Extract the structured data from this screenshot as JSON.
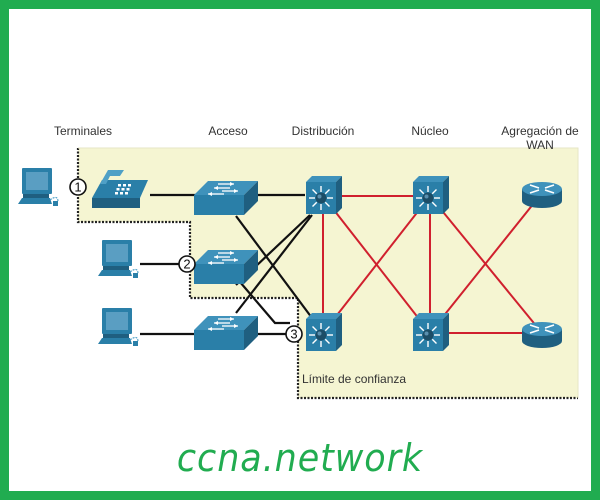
{
  "diagram": {
    "layers": [
      {
        "id": "terminales",
        "label": "Terminales"
      },
      {
        "id": "acceso",
        "label": "Acceso"
      },
      {
        "id": "distribucion",
        "label": "Distribución"
      },
      {
        "id": "nucleo",
        "label": "Núcleo"
      },
      {
        "id": "wan",
        "label_line1": "Agregación de",
        "label_line2": "WAN"
      }
    ],
    "trust_boundary_label": "Límite de confianza",
    "markers": [
      "1",
      "2",
      "3"
    ],
    "devices": [
      {
        "id": "pc1",
        "type": "pc-icon",
        "layer": "terminales"
      },
      {
        "id": "phone",
        "type": "ip-phone-icon",
        "layer": "terminales"
      },
      {
        "id": "pc2",
        "type": "pc-icon",
        "layer": "terminales"
      },
      {
        "id": "pc3",
        "type": "pc-icon",
        "layer": "terminales"
      },
      {
        "id": "sw1",
        "type": "access-switch-icon",
        "layer": "acceso"
      },
      {
        "id": "sw2",
        "type": "access-switch-icon",
        "layer": "acceso"
      },
      {
        "id": "sw3",
        "type": "access-switch-icon",
        "layer": "acceso"
      },
      {
        "id": "dist1",
        "type": "multilayer-switch-icon",
        "layer": "distribucion"
      },
      {
        "id": "dist2",
        "type": "multilayer-switch-icon",
        "layer": "distribucion"
      },
      {
        "id": "core1",
        "type": "multilayer-switch-icon",
        "layer": "nucleo"
      },
      {
        "id": "core2",
        "type": "multilayer-switch-icon",
        "layer": "nucleo"
      },
      {
        "id": "r1",
        "type": "router-icon",
        "layer": "wan"
      },
      {
        "id": "r2",
        "type": "router-icon",
        "layer": "wan"
      }
    ],
    "links": [
      {
        "from": "phone",
        "to": "sw1",
        "color": "black"
      },
      {
        "from": "pc2",
        "to": "sw2",
        "color": "black"
      },
      {
        "from": "pc3",
        "to": "sw3",
        "color": "black"
      },
      {
        "from": "sw1",
        "to": "dist1",
        "color": "black"
      },
      {
        "from": "sw1",
        "to": "dist2",
        "color": "black"
      },
      {
        "from": "sw2",
        "to": "dist1",
        "color": "black"
      },
      {
        "from": "sw2",
        "to": "dist2",
        "color": "black"
      },
      {
        "from": "sw3",
        "to": "dist1",
        "color": "black"
      },
      {
        "from": "sw3",
        "to": "dist2",
        "color": "black"
      },
      {
        "from": "dist1",
        "to": "core1",
        "color": "red"
      },
      {
        "from": "dist1",
        "to": "dist2",
        "color": "red"
      },
      {
        "from": "dist1",
        "to": "core2",
        "color": "red"
      },
      {
        "from": "dist2",
        "to": "core1",
        "color": "red"
      },
      {
        "from": "core1",
        "to": "core2",
        "color": "red"
      },
      {
        "from": "core1",
        "to": "r2",
        "color": "red"
      },
      {
        "from": "core2",
        "to": "r1",
        "color": "red"
      },
      {
        "from": "core2",
        "to": "r2",
        "color": "red"
      }
    ]
  },
  "watermark": "ccna.network",
  "colors": {
    "border": "#21ac50",
    "device": "#2a7fa8",
    "link_red": "#d0202e",
    "zone": "#f5f5d2"
  }
}
